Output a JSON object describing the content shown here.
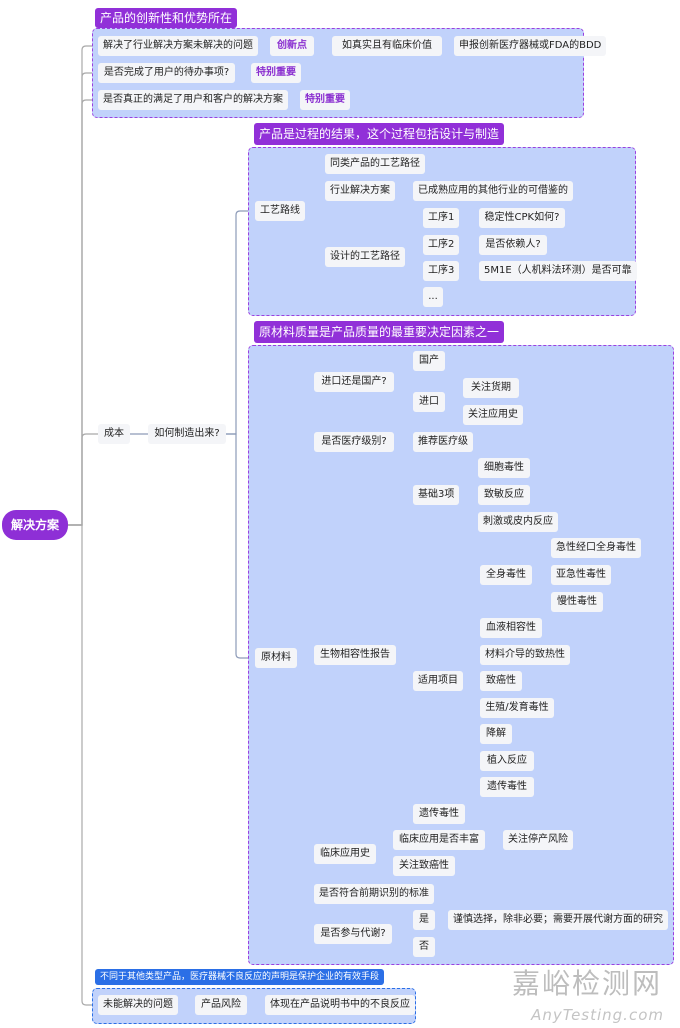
{
  "callouts": {
    "c1": "产品的创新性和优势所在",
    "c2": "产品是过程的结果，这个过程包括设计与制造",
    "c3": "原材料质量是产品质量的最重要决定因素之一",
    "c4": "不同于其他类型产品，医疗器械不良反应的声明是保护企业的有效手段"
  },
  "nodes": {
    "root": "解决方案",
    "a1": "解决了行业解决方案未解决的问题",
    "a1t": "创新点",
    "a1b": "如真实且有临床价值",
    "a1c": "申报创新医疗器械或FDA的BDD",
    "a2": "是否完成了用户的待办事项?",
    "a2t": "特别重要",
    "a3": "是否真正的满足了用户和客户的解决方案",
    "a3t": "特别重要",
    "cost": "成本",
    "make": "如何制造出来?",
    "route": "工艺路线",
    "r1": "同类产品的工艺路径",
    "r2": "行业解决方案",
    "r2a": "已成熟应用的其他行业的可借鉴的",
    "r3": "设计的工艺路径",
    "p1": "工序1",
    "p1a": "稳定性CPK如何?",
    "p2": "工序2",
    "p2a": "是否依赖人?",
    "p3": "工序3",
    "p3a": "5M1E（人机料法环测）是否可靠",
    "p4": "...",
    "mat": "原材料",
    "m1": "进口还是国产?",
    "m1a": "国产",
    "m1b": "进口",
    "m1b1": "关注货期",
    "m1b2": "关注应用史",
    "m2": "是否医疗级别?",
    "m2a": "推荐医疗级",
    "m3": "生物相容性报告",
    "b1": "基础3项",
    "b1a": "细胞毒性",
    "b1b": "致敏反应",
    "b1c": "刺激或皮内反应",
    "b2": "适用项目",
    "s1": "全身毒性",
    "s1a": "急性经口全身毒性",
    "s1b": "亚急性毒性",
    "s1c": "慢性毒性",
    "s2": "血液相容性",
    "s3": "材料介导的致热性",
    "s4": "致癌性",
    "s5": "生殖/发育毒性",
    "s6": "降解",
    "s7": "植入反应",
    "s8": "遗传毒性",
    "b3": "遗传毒性",
    "m4": "临床应用史",
    "m4a": "临床应用是否丰富",
    "m4a1": "关注停产风险",
    "m4b": "关注致癌性",
    "m5": "是否符合前期识别的标准",
    "m6": "是否参与代谢?",
    "m6a": "是",
    "m6a1": "谨慎选择，除非必要；需要开展代谢方面的研究",
    "m6b": "否",
    "u1": "未能解决的问题",
    "u2": "产品风险",
    "u3": "体现在产品说明书中的不良反应"
  },
  "watermark": {
    "cn": "嘉峪检测网",
    "en": "AnyTesting.com"
  },
  "colors": {
    "accent": "#9130d8",
    "blue": "#2b6fe6",
    "group_bg": "#c1d2fb"
  }
}
